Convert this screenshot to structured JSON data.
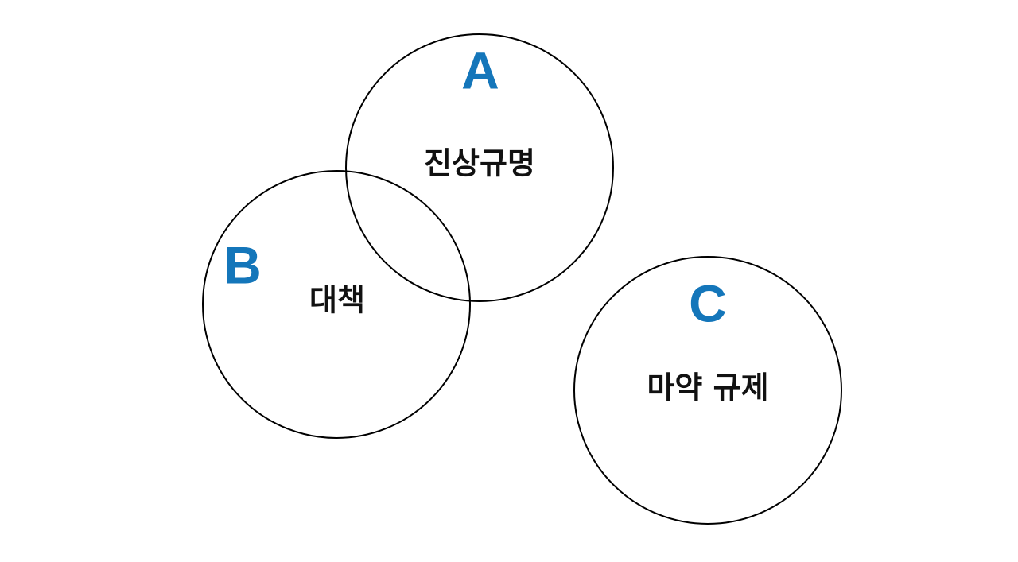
{
  "colors": {
    "letter": "#1476BA",
    "outline": "#000000",
    "label": "#111111"
  },
  "sets": {
    "a": {
      "letter": "A",
      "label": "진상규명"
    },
    "b": {
      "letter": "B",
      "label": "대책"
    },
    "c": {
      "letter": "C",
      "label": "마약 규제"
    }
  }
}
